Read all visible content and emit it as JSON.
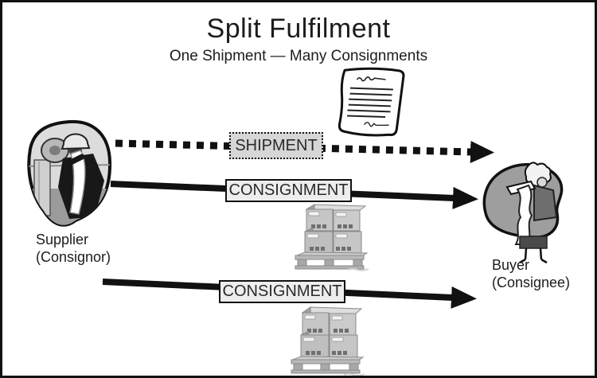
{
  "diagram": {
    "title": "Split Fulfilment",
    "subtitle": "One Shipment — Many Consignments"
  },
  "parties": {
    "supplier": {
      "name": "Supplier",
      "role": "(Consignor)"
    },
    "buyer": {
      "name": "Buyer",
      "role": "(Consignee)"
    }
  },
  "arrows": {
    "shipment": {
      "label": "SHIPMENT",
      "style": "dotted"
    },
    "consignment1": {
      "label": "CONSIGNMENT",
      "style": "solid"
    },
    "consignment2": {
      "label": "CONSIGNMENT",
      "style": "solid"
    }
  },
  "icons": {
    "document": "signed-document-icon",
    "supplier": "warehouse-worker-clipart",
    "buyer": "woman-reading-long-list-clipart",
    "pallet": "pallet-of-boxes-icon"
  },
  "colors": {
    "shipment_box_bg": "#d6d6d6",
    "consignment_box_bg": "#ededed",
    "border": "#111111",
    "text": "#1c1c1c"
  }
}
